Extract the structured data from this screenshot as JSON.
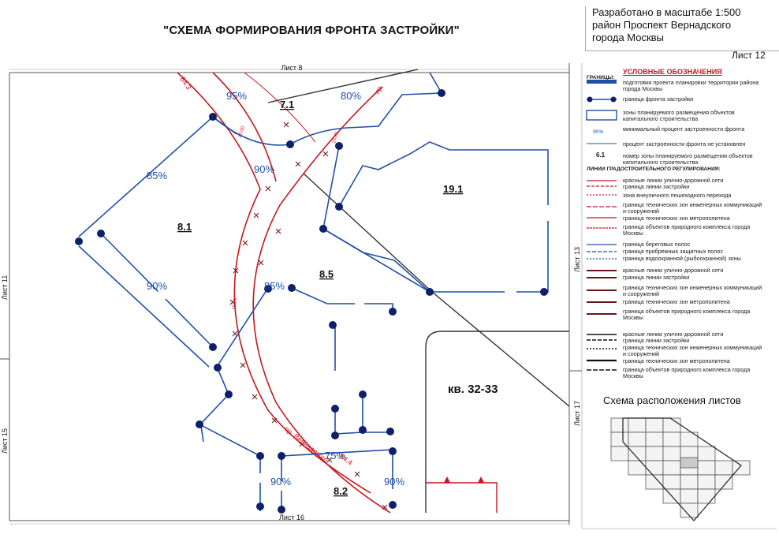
{
  "header": {
    "title": "\"СХЕМА ФОРМИРОВАНИЯ ФРОНТА ЗАСТРОЙКИ\"",
    "scale_line1": "Разработано в масштабе 1:500",
    "scale_line2": "район Проспект Вернадского",
    "scale_line3": "города Москвы",
    "sheet": "Лист 12"
  },
  "neighbor_sheets": {
    "top": "Лист 8",
    "bottom": "Лист 16",
    "left_upper": "Лист 11",
    "left_lower": "Лист 15",
    "right_upper": "Лист 13",
    "right_lower": "Лист 17"
  },
  "zones": {
    "z7_1": "7.1",
    "z8_1": "8.1",
    "z8_5": "8.5",
    "z19_1": "19.1",
    "z8_2": "8.2",
    "block": "кв. 32-33"
  },
  "percents": {
    "p95": "95%",
    "p80": "80%",
    "p85a": "85%",
    "p90a": "90%",
    "p90b": "90%",
    "p85b": "85%",
    "p75": "75%",
    "p90c": "90%",
    "p90d": "90%"
  },
  "map_labels": {
    "street_top": "пр.",
    "street_lower": "пр. Вернадского",
    "red_num_top": "84.3",
    "red_num_bottom": "84.4",
    "dim_a": "25.00",
    "dim_b": "25.00",
    "dim_c": "16.75"
  },
  "legend": {
    "title": "УСЛОВНЫЕ ОБОЗНАЧЕНИЯ",
    "group_boundaries": "ГРАНИЦЫ:",
    "items": [
      "подготовки проекта планировки территории района города Москвы",
      "граница фронта застройки",
      "зоны планируемого размещения объектов капитального строительства",
      "минимальный процент застроенности фронта",
      "процент застроенности фронта не установлен",
      "номер зоны планируемого размещения объектов капитального строительства"
    ],
    "sample_percent": "90%",
    "sample_zone": "6.1",
    "group_regulation": "ЛИНИИ ГРАДОСТРОИТЕЛЬНОГО РЕГУЛИРОВАНИЯ:",
    "reg_items": [
      "красные линии улично-дорожной сети",
      "граница линии застройки",
      "зона внеуличного пешеходного перехода",
      "граница технических зон инженерных коммуникаций и сооружений",
      "граница технических зон метрополитена",
      "граница объектов природного комплекса города Москвы",
      "граница береговых полос",
      "граница прибрежных защитных полос",
      "граница водоохранной (рыбоохранной) зоны",
      "красные линии улично-дорожной сети",
      "граница линии застройки",
      "граница технических зон инженерных коммуникаций и сооружений",
      "граница технических зон метрополитена",
      "граница объектов природного комплекса города Москвы",
      "красные линии улично-дорожной сети",
      "граница линии застройки",
      "граница технических зон инженерных коммуникаций и сооружений",
      "граница технических зон метрополитена",
      "граница объектов природного комплекса города Москвы"
    ],
    "sheets_scheme_title": "Схема расположения листов"
  },
  "colors": {
    "blue": "#1f4fa8",
    "node": "#0e1f6b",
    "red": "#c8161d",
    "gray": "#666666"
  }
}
